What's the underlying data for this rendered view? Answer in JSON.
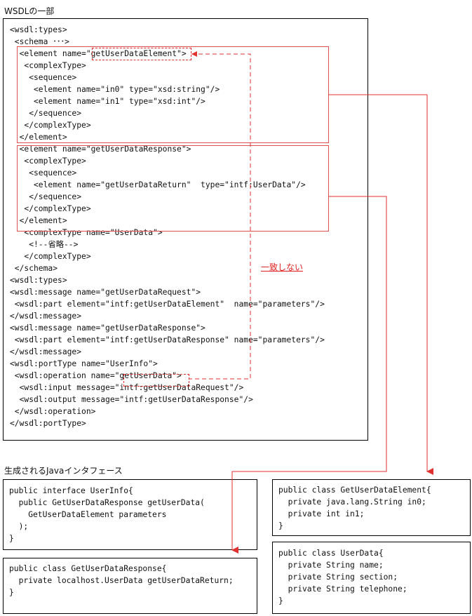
{
  "wsdl_section": {
    "title": "WSDLの一部",
    "lines": [
      "<wsdl:types>",
      " <schema ･･･>",
      "  <element name=\"getUserDataElement\">",
      "   <complexType>",
      "    <sequence>",
      "     <element name=\"in0\" type=\"xsd:string\"/>",
      "     <element name=\"in1\" type=\"xsd:int\"/>",
      "    </sequence>",
      "   </complexType>",
      "  </element>",
      "  <element name=\"getUserDataResponse\">",
      "   <complexType>",
      "    <sequence>",
      "     <element name=\"getUserDataReturn\"  type=\"intf:UserData\"/>",
      "    </sequence>",
      "   </complexType>",
      "  </element>",
      "   <complexType name=\"UserData\">",
      "    <!--省略-->",
      "   </complexType>",
      " </schema>",
      "<wsdl:types>",
      "<wsdl:message name=\"getUserDataRequest\">",
      " <wsdl:part element=\"intf:getUserDataElement\"  name=\"parameters\"/>",
      "</wsdl:message>",
      "<wsdl:message name=\"getUserDataResponse\">",
      " <wsdl:part element=\"intf:getUserDataResponse\" name=\"parameters\"/>",
      "</wsdl:message>",
      "<wsdl:portType name=\"UserInfo\">",
      " <wsdl:operation name=\"getUserData\">",
      "  <wsdl:input message=\"intf:getUserDataRequest\"/>",
      "  <wsdl:output message=\"intf:getUserDataResponse\"/>",
      " </wsdl:operation>",
      "</wsdl:portType>"
    ]
  },
  "mismatch_label": "一致しない",
  "java_section": {
    "title": "生成されるJavaインタフェース",
    "user_info_interface": [
      "public interface UserInfo{",
      "  public GetUserDataResponse getUserData(",
      "    GetUserDataElement parameters",
      "  );",
      "}"
    ],
    "get_user_data_response_class": [
      "public class GetUserDataResponse{",
      "  private localhost.UserData getUserDataReturn;",
      "}"
    ],
    "get_user_data_element_class": [
      "public class GetUserDataElement{",
      "  private java.lang.String in0;",
      "  private int in1;",
      "}"
    ],
    "user_data_class": [
      "public class UserData{",
      "  private String name;",
      "  private String section;",
      "  private String telephone;",
      "}"
    ]
  },
  "colors": {
    "highlight": "#e05050",
    "arrow": "#e03030",
    "border": "#000000"
  }
}
